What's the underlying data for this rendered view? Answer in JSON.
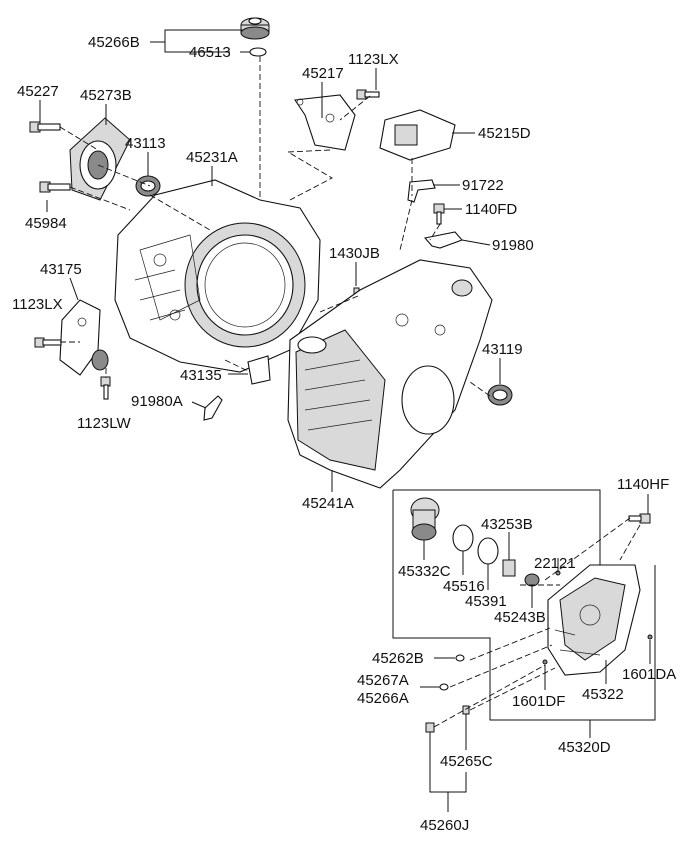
{
  "labels": {
    "p45266B": "45266B",
    "p46513": "46513",
    "p45217": "45217",
    "p1123LX_top": "1123LX",
    "p45227": "45227",
    "p45273B": "45273B",
    "p43113": "43113",
    "p45231A": "45231A",
    "p45215D": "45215D",
    "p45984": "45984",
    "p91722": "91722",
    "p1140FD": "1140FD",
    "p91980": "91980",
    "p1430JB": "1430JB",
    "p43175": "43175",
    "p1123LX_left": "1123LX",
    "p43119": "43119",
    "p43135": "43135",
    "p91980A": "91980A",
    "p1123LW": "1123LW",
    "p45241A": "45241A",
    "p1140HF": "1140HF",
    "p43253B": "43253B",
    "p22121": "22121",
    "p45332C": "45332C",
    "p45516": "45516",
    "p45391": "45391",
    "p45243B": "45243B",
    "p45262B": "45262B",
    "p45267A": "45267A",
    "p45266A": "45266A",
    "p1601DA": "1601DA",
    "p45322": "45322",
    "p1601DF": "1601DF",
    "p45320D": "45320D",
    "p45265C": "45265C",
    "p45260J": "45260J"
  }
}
